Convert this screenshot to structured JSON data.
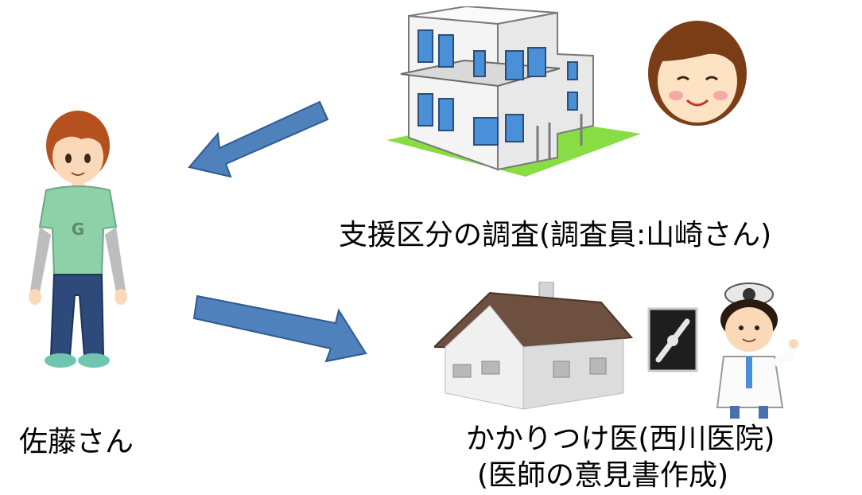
{
  "labels": {
    "survey": "支援区分の調査(調査員:山崎さん)",
    "patient": "佐藤さん",
    "doctor_line1": "かかりつけ医(西川医院)",
    "doctor_line2": "(医師の意見書作成)"
  },
  "figures": {
    "patient_shirt_letter": "G"
  },
  "colors": {
    "arrow_fill": "#4f81bd",
    "arrow_stroke": "#2f5b8f",
    "shirt": "#8ed0a8",
    "jeans": "#2d4a7a",
    "hair": "#b5501f",
    "building_window": "#4a90d9",
    "grass": "#88dd44"
  }
}
